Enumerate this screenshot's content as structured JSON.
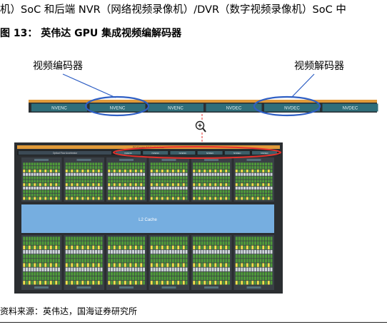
{
  "header_text": "机）SoC 和后端 NVR（网络视频录像机）/DVR（数字视频录像机）SoC 中",
  "figure_caption": "图 13：  英伟达 GPU 集成视频编解码器",
  "figure": {
    "label_encoder": "视频编码器",
    "label_decoder": "视频解码器",
    "strip_units": [
      "NVENC",
      "NVENC",
      "NVENC",
      "NVDEC",
      "NVDEC",
      "NVDEC"
    ],
    "die_title": "PCI Express 5.0 Host Interface",
    "left_engine": "Optical Flow Accelerator",
    "die_units": [
      "NVENC",
      "NVENC",
      "NVENC",
      "NVDEC",
      "NVDEC",
      "NVDEC"
    ],
    "l2_cache": "L2 Cache",
    "zoom_icon": "zoom-in-icon",
    "colors": {
      "accent_blue": "#2f5fc4",
      "highlight_red": "#e5322d",
      "bar_orange": "#e09a3a",
      "cache_blue": "#76aee0",
      "unit_teal": "#2f6e7a"
    }
  },
  "source_text": "资料来源：英伟达，国海证券研究所"
}
